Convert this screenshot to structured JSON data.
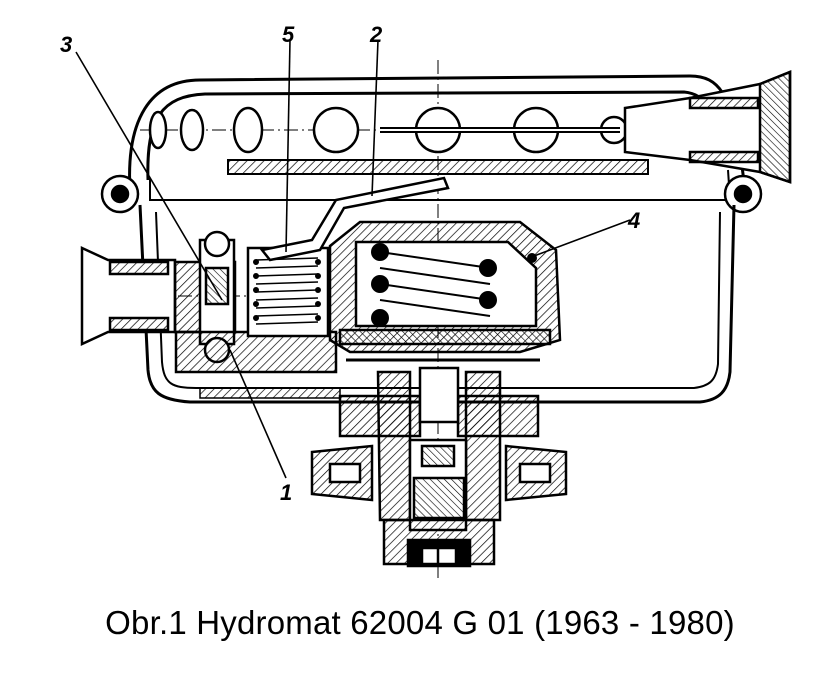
{
  "figure": {
    "caption": "Obr.1 Hydromat 62004 G 01 (1963 - 1980)",
    "callouts": [
      {
        "id": "1",
        "label": "1"
      },
      {
        "id": "2",
        "label": "2"
      },
      {
        "id": "3",
        "label": "3"
      },
      {
        "id": "4",
        "label": "4"
      },
      {
        "id": "5",
        "label": "5"
      }
    ],
    "colors": {
      "ink": "#000000",
      "paper": "#ffffff"
    }
  }
}
